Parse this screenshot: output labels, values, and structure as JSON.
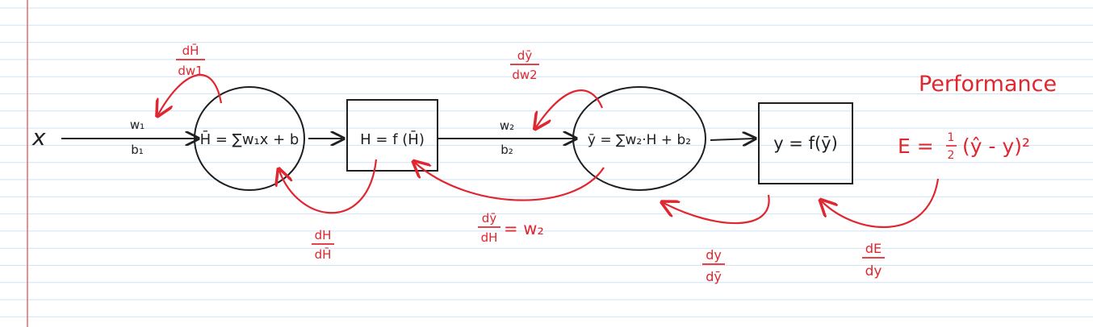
{
  "colors": {
    "paper": "#ffffff",
    "rule_line": "#cfe3f5",
    "margin_line": "#e26a6a",
    "ink": "#1f1f1f",
    "annotation": "#e0262f"
  },
  "input": {
    "label": "x"
  },
  "edge_in": {
    "top": "w₁",
    "bottom": "b₁"
  },
  "node_sum1": {
    "label": "H̄ = ∑w₁x + b"
  },
  "node_act1": {
    "label": "H = f (H̄)"
  },
  "edge_mid": {
    "top": "w₂",
    "bottom": "b₂"
  },
  "node_sum2": {
    "label": "ȳ = ∑w₂·H + b₂"
  },
  "node_act2": {
    "label": "y = f(ȳ)"
  },
  "performance": {
    "title": "Performance",
    "formula_lhs": "E = ",
    "half_num": "1",
    "half_den": "2",
    "formula_rhs": "(ŷ - y)²"
  },
  "grads": {
    "dHbar_dw1": {
      "num": "dH̄",
      "den": "dw1"
    },
    "dy_dw2": {
      "num": "dȳ",
      "den": "dw2"
    },
    "dH_dHbar": {
      "num": "dH",
      "den": "dH̄"
    },
    "dybar_dH": {
      "num": "dȳ",
      "den": "dH",
      "tail": "= w₂"
    },
    "dy_dybar": {
      "num": "dy",
      "den": "dȳ"
    },
    "dE_dy": {
      "num": "dE",
      "den": "dy"
    }
  }
}
